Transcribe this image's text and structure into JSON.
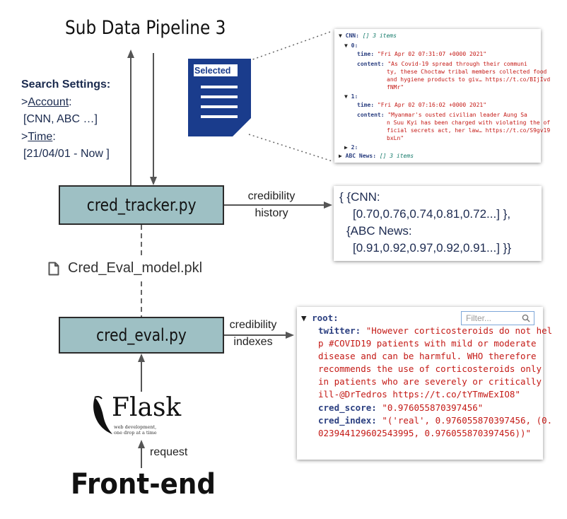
{
  "title": "Sub Data Pipeline 3",
  "search_settings": {
    "title": "Search Settings:",
    "account_label": "Account",
    "account_value": "[CNN, ABC …]",
    "time_label": "Time",
    "time_value": "[21/04/01 - Now ]"
  },
  "nodes": {
    "tracker": "cred_tracker.py",
    "eval": "cred_eval.py",
    "model_file": "Cred_Eval_model.pkl",
    "front_end": "Front-end"
  },
  "edges": {
    "history_line1": "credibility",
    "history_line2": "history",
    "indexes_line1": "credibility",
    "indexes_line2": "indexes",
    "request": "request"
  },
  "selected_doc": {
    "label": "Selected"
  },
  "flask_logo": {
    "name": "Flask",
    "tagline_1": "web development,",
    "tagline_2": "one drop at a time"
  },
  "json_preview": {
    "cnn_key": "CNN:",
    "cnn_type": "[] 3 items",
    "item0": "0:",
    "item0_time_key": "time:",
    "item0_time": "\"Fri Apr 02 07:31:07 +0000 2021\"",
    "item0_content_key": "content:",
    "item0_content_1": "\"As Covid-19 spread through their communi",
    "item0_content_2": "ty, these Choctaw tribal members collected food",
    "item0_content_3": "and hygiene products to giv… https://t.co/BIjIvd",
    "item0_content_4": "fNMr\"",
    "item1": "1:",
    "item1_time_key": "time:",
    "item1_time": "\"Fri Apr 02 07:16:02 +0000 2021\"",
    "item1_content_key": "content:",
    "item1_content_1": "\"Myanmar's ousted civilian leader Aung Sa",
    "item1_content_2": "n Suu Kyi has been charged with violating the of",
    "item1_content_3": "ficial secrets act, her law… https://t.co/S9gv19",
    "item1_content_4": "bxLn\"",
    "item2": "2:",
    "abc_key": "ABC News:",
    "abc_type": "[] 3 items"
  },
  "history_output": {
    "line1": "{ {CNN:",
    "line2": "[0.70,0.76,0.74,0.81,0.72...] },",
    "line3": "{ABC News:",
    "line4": "[0.91,0.92,0.97,0.92,0.91...] }}"
  },
  "root_output": {
    "root_key": "root:",
    "filter_placeholder": "Filter...",
    "twitter_key": "twitter:",
    "twitter_1": "\"However corticosteroids do not hel",
    "twitter_2": "p #COVID19 patients with mild or moderate",
    "twitter_3": "disease and can be harmful. WHO therefore",
    "twitter_4": "recommends the use of corticosteroids only",
    "twitter_5": "in patients who are severely or critically",
    "twitter_6": "ill-@DrTedros https://t.co/tYTmwExIO8\"",
    "score_key": "cred_score:",
    "score_value": "\"0.976055870397456\"",
    "index_key": "cred_index:",
    "index_1": "\"('real', 0.976055870397456, (0.",
    "index_2": "023944129602543995, 0.976055870397456))\""
  },
  "colors": {
    "box_fill": "#9ec0c4",
    "doc_blue": "#1a3c8c",
    "json_key": "#2b3f80",
    "json_string": "#c41a16",
    "json_type": "#147a6a"
  }
}
